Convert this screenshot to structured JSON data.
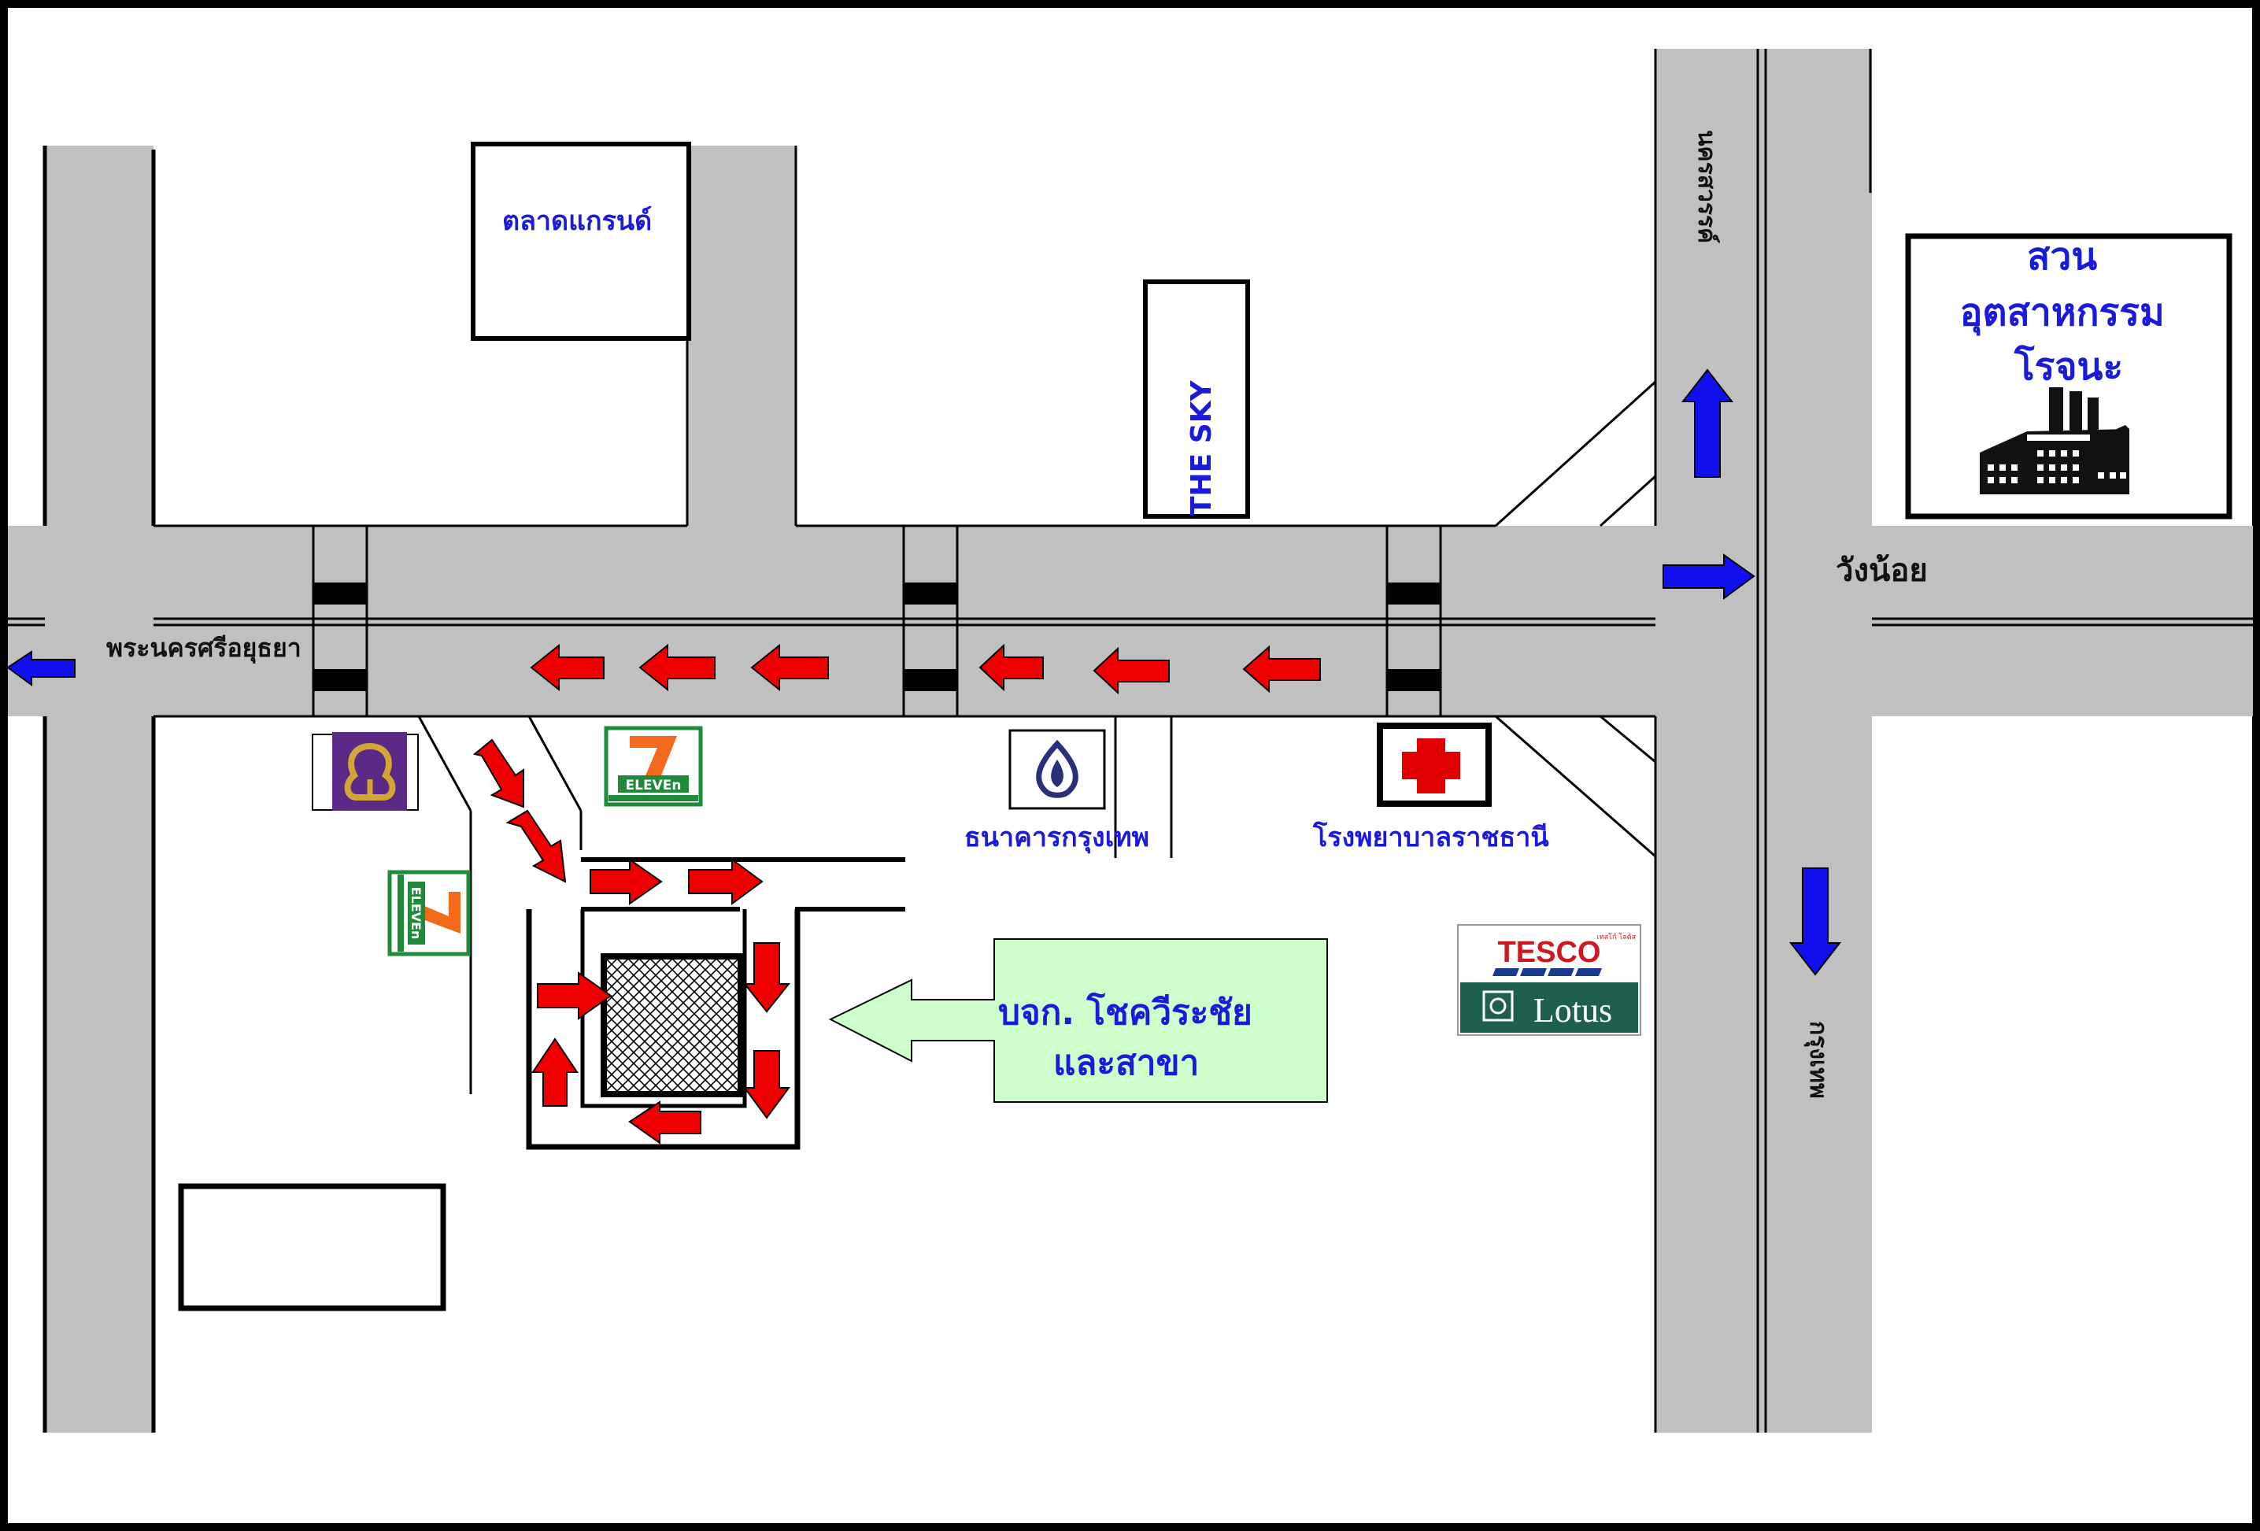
{
  "roads": {
    "main_road_west": "พระนครศรีอยุธยา",
    "main_road_east": "วังน้อย",
    "north_road": "นครสวรรค์",
    "south_road": "กรุงเทพ"
  },
  "landmarks": {
    "market": "ตลาดแกรนด์",
    "building": "THE SKY",
    "industrial_park": "สวน\nอุตสาหกรรม\nโรจนะ",
    "bank": "ธนาคารกรุงเทพ",
    "hospital": "โรงพยาบาลราชธานี",
    "supermarket_top": "TESCO",
    "supermarket_bottom": "Lotus",
    "supermarket_small": "เทสโก้ โลตัส",
    "seven_eleven": "ELEVEn"
  },
  "destination": {
    "line1": "บจก. โชควีระชัย",
    "line2": "และสาขา"
  },
  "colors": {
    "road": "#c0c0c0",
    "label_blue": "#1a1adb",
    "arrow_red": "#ee0000",
    "arrow_blue": "#1010ee",
    "callout_fill": "#ccffcc",
    "seven_green": "#1f8a3a",
    "seven_orange": "#f26b1d",
    "scb_purple": "#5b2a86",
    "scb_gold": "#d4a535",
    "lotus_green": "#1f5f4f",
    "tesco_red": "#d0161e",
    "tesco_blue": "#1a3a8f",
    "hospital_red": "#e00000"
  },
  "icons": [
    "scb-bank-logo-icon",
    "seven-eleven-logo-icon",
    "bangkok-bank-logo-icon",
    "hospital-cross-icon",
    "tesco-lotus-logo-icon",
    "factory-icon",
    "direction-arrow-icon"
  ]
}
